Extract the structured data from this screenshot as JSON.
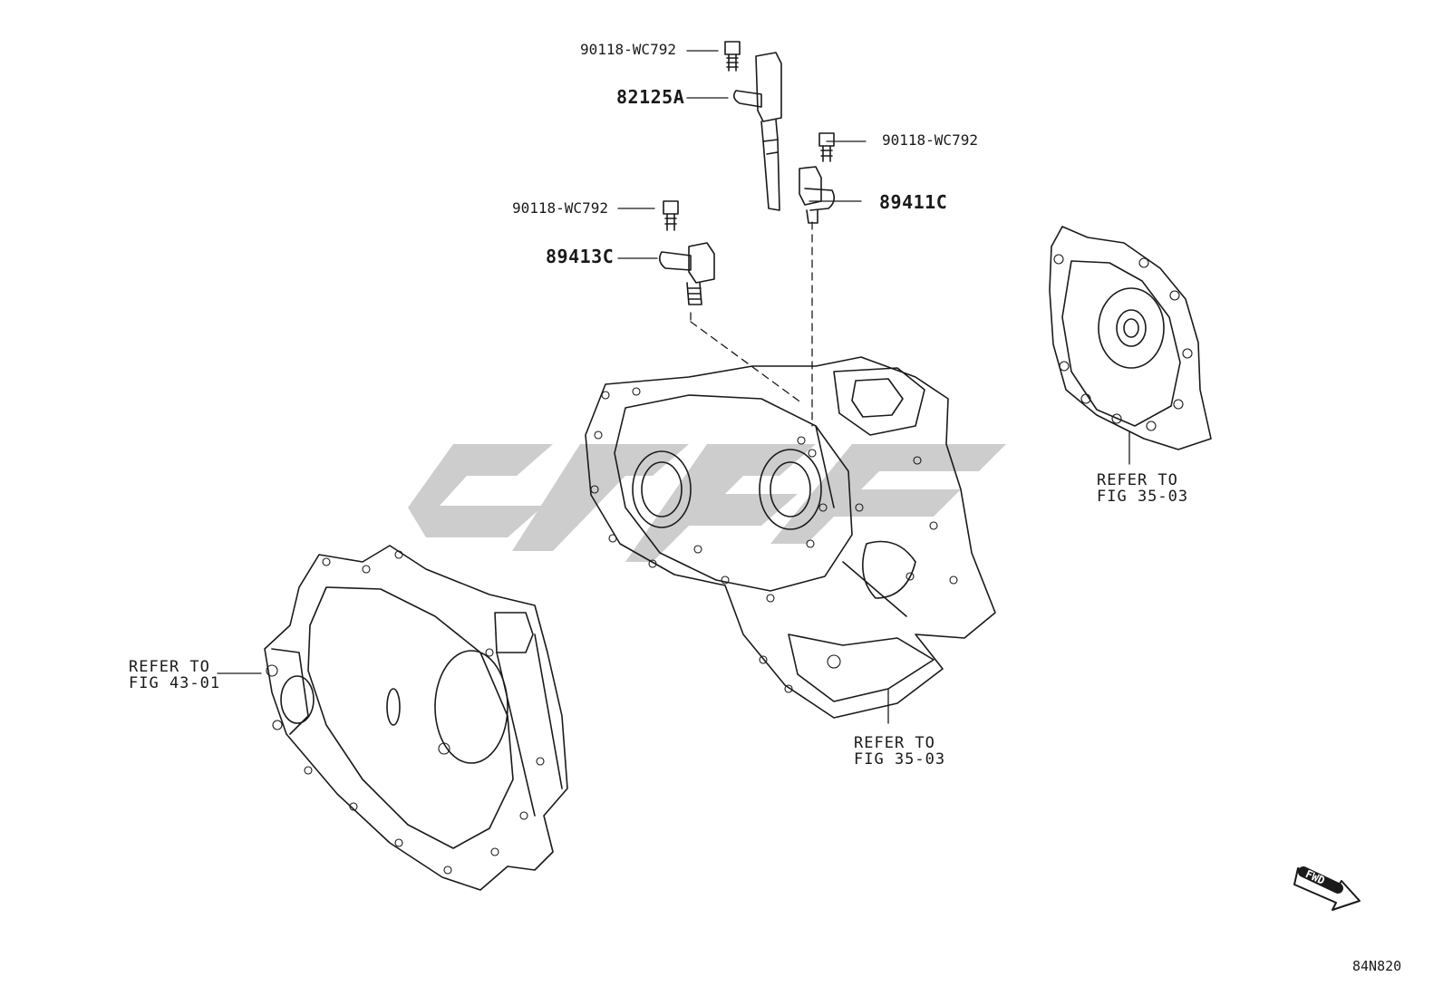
{
  "parts": {
    "bolt_top": "90118-WC792",
    "speed_sensor": "82125A",
    "bolt_mid": "90118-WC792",
    "sensor_right": "89411C",
    "bolt_left": "90118-WC792",
    "sensor_left": "89413C"
  },
  "refs": {
    "right_cover": {
      "line1": "REFER TO",
      "line2": "FIG 35-03"
    },
    "left_housing": {
      "line1": "REFER TO",
      "line2": "FIG 43-01"
    },
    "main_case": {
      "line1": "REFER TO",
      "line2": "FIG 35-03"
    }
  },
  "fwd_label": "FWD",
  "diagram_code": "84N820",
  "colors": {
    "ink": "#1a1a1a",
    "watermark": "#c8c8c8"
  }
}
